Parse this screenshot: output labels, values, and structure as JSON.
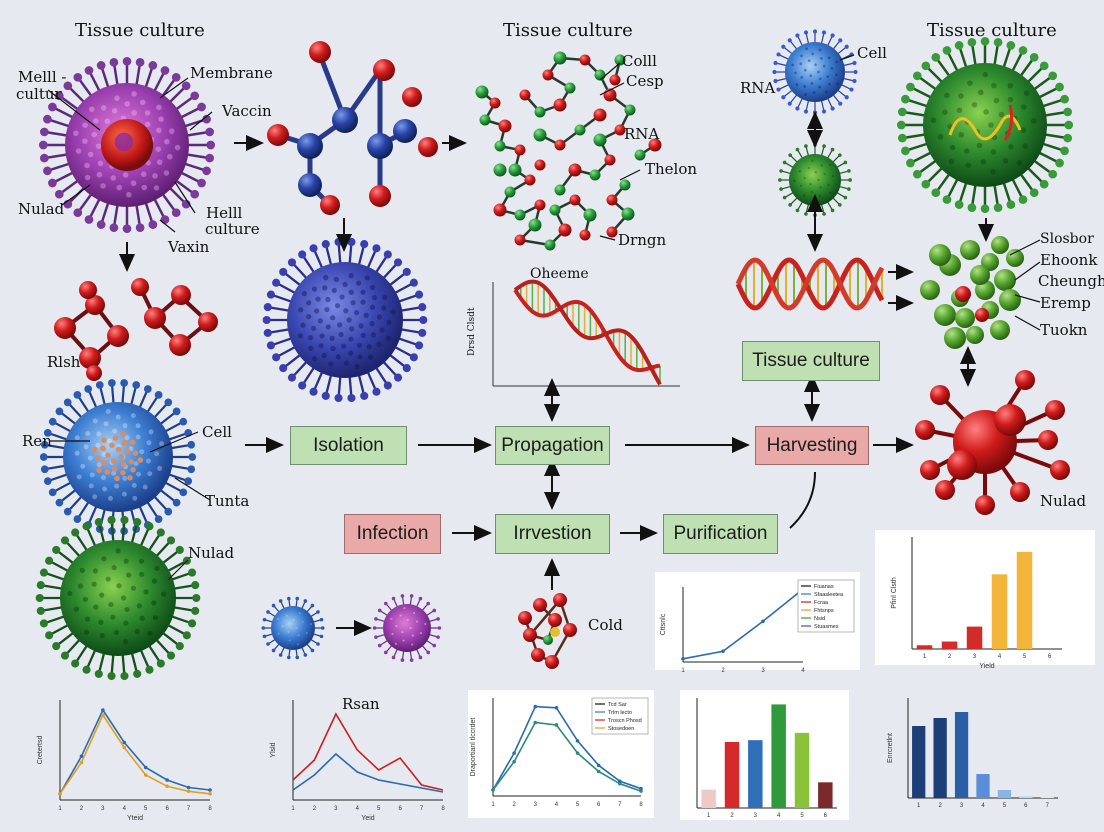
{
  "titles": {
    "left": "Tissue culture",
    "center": "Tissue culture",
    "right": "Tissue culture"
  },
  "labels": {
    "virus1": [
      "Melll -",
      "cultur",
      "Membrane",
      "Vaccin",
      "Nulad",
      "Helll",
      "culture",
      "Vaxin"
    ],
    "molecule_rish": "Rlsh",
    "virus_blue_left": [
      "Ren",
      "Cell",
      "Tunta"
    ],
    "virus_green_left": "Nulad",
    "rna_chain": [
      "Colll",
      "Cesp",
      "RNA",
      "Thelon",
      "Drngn"
    ],
    "dna_plot_title": "Oheeme",
    "dna_plot_ylabel": "Drsd Clsdt",
    "top_right": [
      "Cell",
      "RNA"
    ],
    "green_cluster": [
      "Slosbor",
      "Ehoonk",
      "Cheungh",
      "Eremp",
      "Tuokn"
    ],
    "red_cluster": "Nulad",
    "small_molecule": "Cold",
    "bottom_chart_title": "Rsan"
  },
  "workflow": {
    "isolation": "Isolation",
    "propagation": "Propagation",
    "harvesting": "Harvesting",
    "tissue_culture": "Tissue culture",
    "infection": "Infection",
    "irvestion": "Irrvestion",
    "purification": "Purification"
  },
  "colors": {
    "box_green": "#bfe0b3",
    "box_red": "#e8a9a8",
    "virus_purple": "#8a3fa8",
    "virus_blue": "#3d54b8",
    "virus_green": "#2f8a3a",
    "atom_red": "#c8161d",
    "atom_blue": "#23409a",
    "atom_green": "#2a9a44"
  },
  "chart_data": [
    {
      "type": "line",
      "xlabel": "Yteid",
      "ylabel": "Cretertsd",
      "x": [
        1,
        2,
        3,
        4,
        5,
        6,
        7,
        8
      ],
      "series": [
        {
          "values": [
            0.5,
            3.5,
            7.2,
            4.6,
            2.6,
            1.6,
            1.0,
            0.8
          ]
        },
        {
          "values": [
            0.5,
            3.0,
            6.8,
            4.2,
            2.0,
            1.1,
            0.7,
            0.5
          ]
        }
      ],
      "ylim": [
        0,
        8
      ]
    },
    {
      "type": "line",
      "title": "Rsan",
      "xlabel": "Yeid",
      "ylabel": "Ylsld",
      "x": [
        1,
        2,
        3,
        4,
        5,
        6,
        7,
        8
      ],
      "series": [
        {
          "values": [
            2,
            4,
            8.6,
            5,
            3,
            4.2,
            1.5,
            1.0
          ]
        },
        {
          "values": [
            1,
            2.5,
            4.6,
            2.8,
            2,
            1.6,
            1.2,
            0.8
          ]
        }
      ],
      "ylim": [
        0,
        10
      ]
    },
    {
      "type": "line",
      "ylabel": "Draportianl tlccrdet",
      "legend": [
        "Tcd Sar",
        "Trlm lecto",
        "Troscn Phosd",
        "Stosedoen"
      ],
      "x": [
        1,
        2,
        3,
        4,
        5,
        6,
        7,
        8
      ],
      "series": [
        {
          "values": [
            0.5,
            3.5,
            7.3,
            7.2,
            4.5,
            2.5,
            1.2,
            0.6
          ]
        },
        {
          "values": [
            0.5,
            2.8,
            6.0,
            5.8,
            3.5,
            2.0,
            1.0,
            0.4
          ]
        }
      ],
      "ylim": [
        0,
        8
      ]
    },
    {
      "type": "bar",
      "categories": [
        "1",
        "2",
        "3",
        "4",
        "5",
        "6"
      ],
      "values": [
        2,
        7.2,
        7.4,
        11.3,
        8.2,
        2.8
      ],
      "colors": [
        "#f0c8c8",
        "#d42a2a",
        "#2f6fb8",
        "#2e9a3c",
        "#8ac23a",
        "#7a2a2a"
      ],
      "ylim": [
        0,
        12
      ]
    },
    {
      "type": "line",
      "ylabel": "Cttsnlc",
      "x": [
        1,
        2,
        3,
        4
      ],
      "series": [
        {
          "values": [
            0.3,
            1.0,
            3.8,
            6.8
          ]
        }
      ],
      "legend": [
        "Fiuanas",
        "Sfaasleetea",
        "Fcraa",
        "Fhtsnps",
        "Nsid",
        "Stuasmes"
      ],
      "ylim": [
        0,
        7
      ]
    },
    {
      "type": "bar",
      "xlabel": "Yield",
      "ylabel": "Pfinl Clsth",
      "categories": [
        "1",
        "2",
        "3",
        "4",
        "5",
        "6"
      ],
      "values": [
        1,
        2,
        6,
        20,
        26,
        0
      ],
      "colors": [
        "#d42a2a",
        "#d42a2a",
        "#d42a2a",
        "#f2b53a",
        "#f2b53a",
        "#f2b53a"
      ],
      "ylim": [
        0,
        30
      ]
    },
    {
      "type": "bar",
      "ylabel": "Enrcretlnt",
      "categories": [
        "1",
        "2",
        "3",
        "4",
        "5",
        "6",
        "7"
      ],
      "values": [
        7.2,
        8.0,
        8.6,
        2.4,
        0.8,
        0.2,
        0.1
      ],
      "colors": [
        "#1c3f7a",
        "#1c3f7a",
        "#2a5fa8",
        "#5a8ed8",
        "#8ab4e8",
        "#c9d8ee",
        "#dde6f2"
      ],
      "ylim": [
        0,
        10
      ]
    }
  ]
}
